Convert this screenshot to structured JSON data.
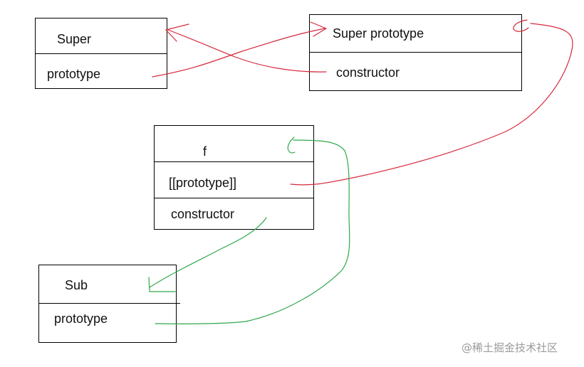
{
  "boxes": {
    "super": {
      "title": "Super",
      "fields": [
        "prototype"
      ]
    },
    "super_prototype": {
      "title": "Super prototype",
      "fields": [
        "constructor"
      ]
    },
    "f": {
      "title": "f",
      "fields": [
        "[[prototype]]",
        "constructor"
      ]
    },
    "sub": {
      "title": "Sub",
      "fields": [
        "prototype"
      ]
    }
  },
  "colors": {
    "red_arrow": "#d6293c",
    "green_arrow": "#2fa84a",
    "box_border": "#000000"
  },
  "watermark": "@稀土掘金技术社区"
}
